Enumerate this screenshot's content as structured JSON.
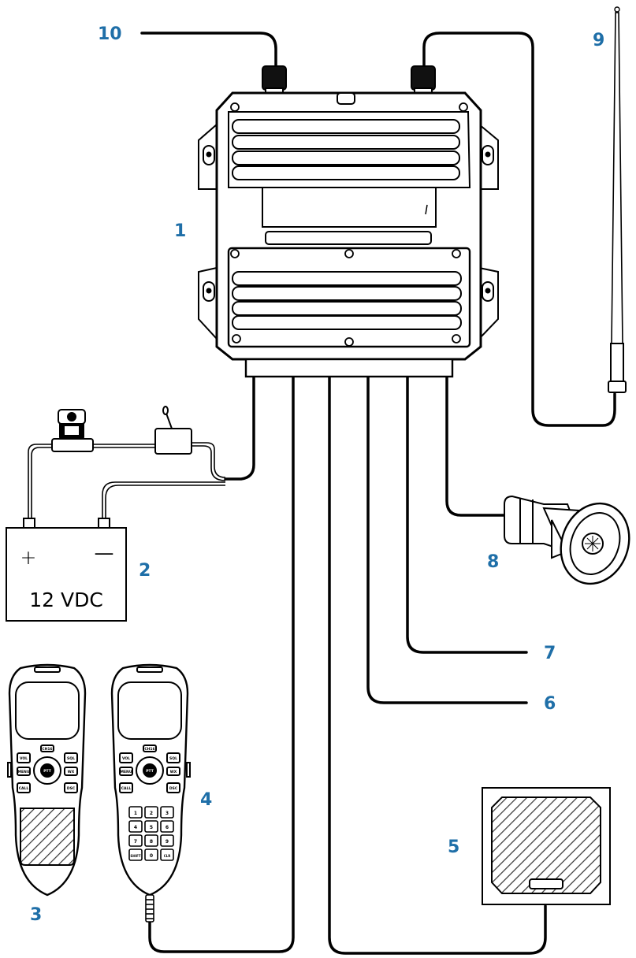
{
  "colors": {
    "callout": "#1f6fa8",
    "line": "#000000",
    "hatch": "#333333"
  },
  "diagram": {
    "callouts": [
      {
        "id": "1",
        "text": "1"
      },
      {
        "id": "2",
        "text": "2"
      },
      {
        "id": "3",
        "text": "3"
      },
      {
        "id": "4",
        "text": "4"
      },
      {
        "id": "5",
        "text": "5"
      },
      {
        "id": "6",
        "text": "6"
      },
      {
        "id": "7",
        "text": "7"
      },
      {
        "id": "8",
        "text": "8"
      },
      {
        "id": "9",
        "text": "9"
      },
      {
        "id": "10",
        "text": "10"
      }
    ],
    "battery": {
      "plus": "+",
      "minus": "—",
      "voltage": "12 VDC"
    },
    "handset_keys": {
      "top_left": "VOL",
      "top_mid": "CH16",
      "top_right": "SQL",
      "mid_left": "MENU",
      "mid_right": "WX",
      "bottom_left": "CALL",
      "bottom_right": "DSC",
      "center": "PTT",
      "digits": [
        "1",
        "2",
        "3",
        "4",
        "5",
        "6",
        "7",
        "8",
        "9",
        "SHIFT",
        "0",
        "CLR"
      ]
    }
  }
}
